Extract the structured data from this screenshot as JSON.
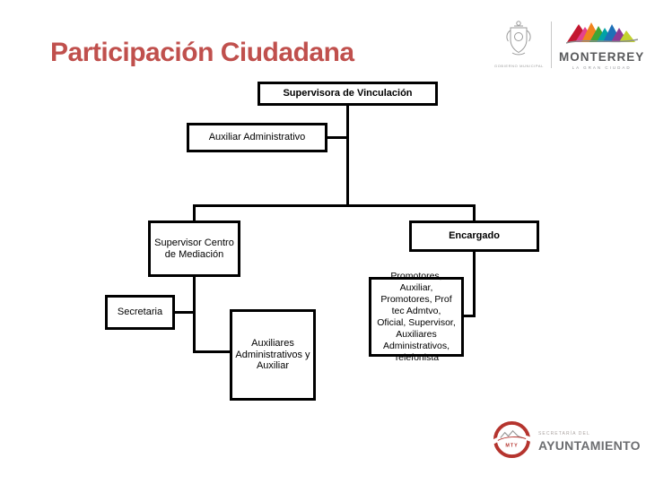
{
  "slide": {
    "title": "Participación Ciudadana"
  },
  "theme": {
    "title_color": "#C0504D",
    "line_color": "#000000",
    "monterrey_red": "#B5342E"
  },
  "header_logo": {
    "crest_caption": "GOBIERNO MUNICIPAL",
    "brand": "MONTERREY",
    "tagline": "LA GRAN CIUDAD"
  },
  "org_chart": {
    "nodes": [
      {
        "label": "Supervisora de Vinculación"
      },
      {
        "label": "Auxiliar Administrativo"
      },
      {
        "label": "Supervisor Centro\nde Mediación"
      },
      {
        "label": "Encargado"
      },
      {
        "label": "Secretaria"
      },
      {
        "label": "Auxiliares\nAdministrativos y\nAuxiliar"
      },
      {
        "label": "Promotores,\nAuxiliar,\nPromotores, Prof\ntec Admtvo,\nOficial, Supervisor,\nAuxiliares\nAdministrativos,\nTelefonista"
      }
    ]
  },
  "footer_logo": {
    "seal_text": "MTY",
    "department": "SECRETARÍA DEL",
    "name": "AYUNTAMIENTO"
  }
}
